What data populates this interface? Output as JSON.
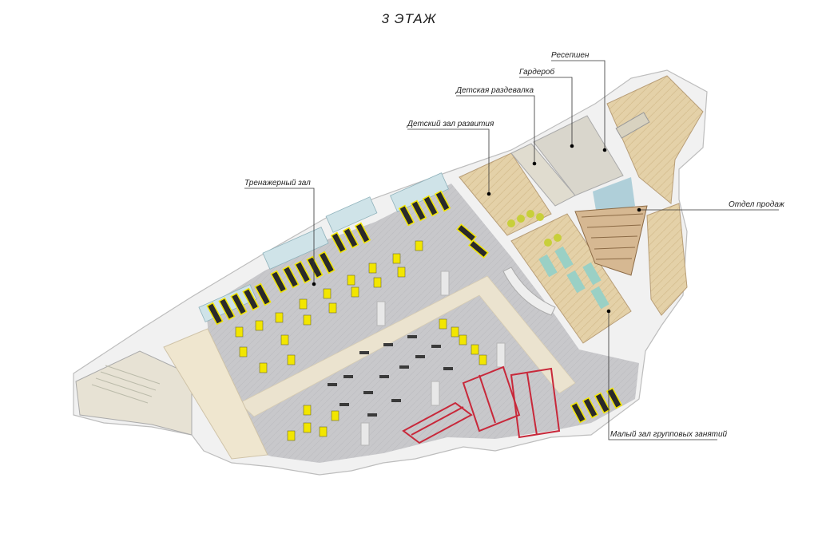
{
  "page": {
    "title": "3 ЭТАЖ"
  },
  "labels": {
    "reception": "Ресепшен",
    "wardrobe": "Гардероб",
    "kids_locker": "Детская раздевалка",
    "kids_hall": "Детский зал развития",
    "gym": "Тренажерный зал",
    "sales": "Отдел продаж",
    "small_hall": "Малый зал групповых занятий"
  },
  "colors": {
    "floor_gym": "#c9c9cb",
    "floor_wood": "#e2cfa6",
    "walkway": "#ece5d3",
    "wall": "#f3f3f3",
    "equipment": "#f2e600",
    "rack": "#c8283a",
    "glass": "#9fc7d3"
  }
}
